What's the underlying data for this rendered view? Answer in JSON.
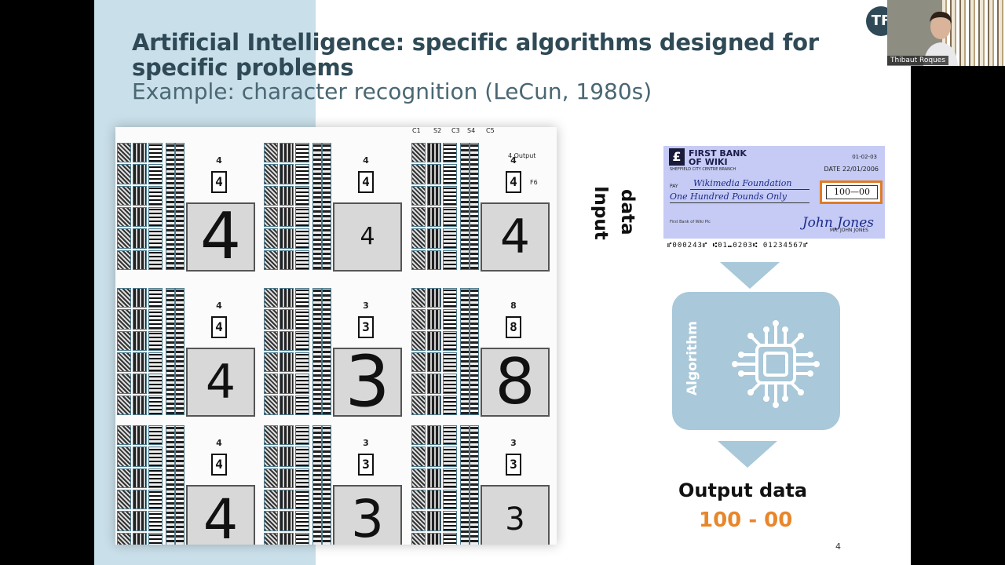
{
  "slide": {
    "title": "Artificial Intelligence: specific algorithms designed for specific problems",
    "subtitle": "Example: character recognition (LeCun, 1980s)",
    "page_number": "4"
  },
  "figure": {
    "layer_labels": [
      "C1",
      "S2",
      "C3",
      "S4",
      "C5"
    ],
    "annotations": [
      "4 Output",
      "F6"
    ],
    "panels": [
      {
        "label": "4",
        "box": "4",
        "digit": "4"
      },
      {
        "label": "4",
        "box": "4",
        "digit": "4"
      },
      {
        "label": "4",
        "box": "4",
        "digit": "4"
      },
      {
        "label": "4",
        "box": "4",
        "digit": "4"
      },
      {
        "label": "3",
        "box": "3",
        "digit": "3"
      },
      {
        "label": "8",
        "box": "8",
        "digit": "8"
      },
      {
        "label": "4",
        "box": "4",
        "digit": "4"
      },
      {
        "label": "3",
        "box": "3",
        "digit": "3"
      },
      {
        "label": "3",
        "box": "3",
        "digit": "3"
      }
    ]
  },
  "input": {
    "label_line1": "Input",
    "label_line2": "data"
  },
  "cheque": {
    "bank_line1": "FIRST BANK",
    "bank_line2": "OF WIKI",
    "branch": "SHEFFIELD CITY CENTRE BRANCH",
    "logo": "£",
    "code": "01-02-03",
    "date": "DATE 22/01/2006",
    "pay_label": "PAY",
    "payee": "Wikimedia Foundation",
    "amount_words": "One Hundred Pounds Only",
    "amount": "100—00",
    "holder": "MR. JOHN JONES",
    "signature": "John Jones",
    "plc": "First Bank of Wiki Plc",
    "micr": "⑈000243⑈ ⑆01⑉0203⑆ 01234567⑈"
  },
  "algorithm": {
    "label": "Algorithm"
  },
  "output": {
    "title": "Output data",
    "value": "100 - 00"
  },
  "presenter": {
    "initials": "TF",
    "name": "Thibaut Roques"
  },
  "colors": {
    "title": "#2f4a56",
    "band": "#c9dfe9",
    "flow": "#a9c8d9",
    "accent_orange": "#e8862a"
  }
}
